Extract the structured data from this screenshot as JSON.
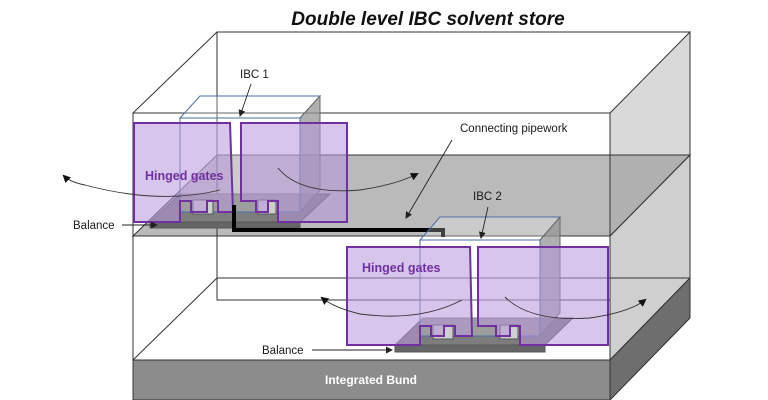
{
  "diagram": {
    "title": "Double level IBC solvent store",
    "labels": {
      "ibc1": "IBC 1",
      "ibc2": "IBC 2",
      "connecting_pipework": "Connecting pipework",
      "hinged_gates_upper": "Hinged gates",
      "hinged_gates_lower": "Hinged gates",
      "balance_upper": "Balance",
      "balance_lower": "Balance",
      "integrated_bund": "Integrated Bund"
    },
    "colors": {
      "gate_fill": "#b796dc",
      "gate_stroke": "#7030a0",
      "shelf": "#9a9a9a",
      "bund": "#8c8c8c",
      "pipe": "#000000"
    }
  }
}
